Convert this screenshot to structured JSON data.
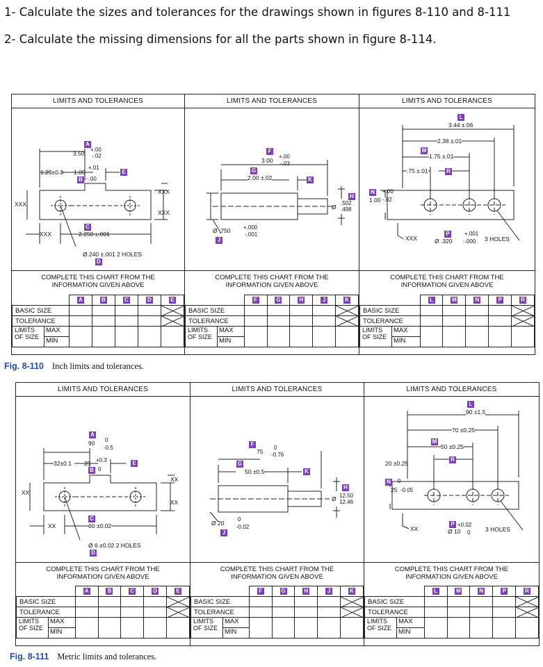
{
  "questions": [
    "1- Calculate the sizes and tolerances for the drawings shown in figures 8-110 and 8-111",
    "2- Calculate the missing dimensions for all the parts shown in figure 8-114."
  ],
  "figures": [
    {
      "caption_num": "Fig. 8-110",
      "caption_text": "Inch limits and tolerances.",
      "panels": [
        {
          "title": "LIMITS AND TOLERANCES",
          "labels": {
            "a_val": "3.50",
            "a_tol_up": "+.00",
            "a_tol_dn": "-.02",
            "left_dim": "1.25±0.3",
            "b_val": "1.00",
            "b_tol_up": "+.01",
            "b_tol_dn": "-.00",
            "xxx_r1": "XXX",
            "xxx_r2": "XXX",
            "xxx_l": "XXX",
            "xxx_b": "XXX",
            "c_val": "2.250 ±.001",
            "d_val": "Ø.240 ±.001 2 HOLES"
          },
          "tags": [
            "A",
            "B",
            "C",
            "D",
            "E"
          ],
          "chart_head": "COMPLETE THIS CHART FROM THE\nINFORMATION GIVEN ABOVE",
          "cols": [
            "A",
            "B",
            "C",
            "D",
            "E"
          ],
          "rows": [
            "BASIC SIZE",
            "TOLERANCE",
            "MAX",
            "MIN"
          ],
          "limits_label": "LIMITS\nOF SIZE"
        },
        {
          "title": "LIMITS AND TOLERANCES",
          "labels": {
            "f_val": "3.00",
            "f_tol_up": "+.00",
            "f_tol_dn": "-.03",
            "g_val": "2.00 ±.02",
            "h_up": ".502",
            "h_dn": ".498",
            "j_val": "Ø .750",
            "j_tol_up": "+.000",
            "j_tol_dn": "-.001"
          },
          "tags": [
            "F",
            "G",
            "H",
            "J",
            "K"
          ],
          "chart_head": "COMPLETE THIS CHART FROM THE\nINFORMATION GIVEN ABOVE",
          "cols": [
            "F",
            "G",
            "H",
            "J",
            "K"
          ],
          "rows": [
            "BASIC SIZE",
            "TOLERANCE",
            "MAX",
            "MIN"
          ],
          "limits_label": "LIMITS\nOF SIZE"
        },
        {
          "title": "LIMITS AND TOLERANCES",
          "labels": {
            "l_val": "3.44 ±.06",
            "d2": "2.38 ±.01",
            "m_val": "1.75 ±.01",
            "d4": ".75 ±.01",
            "n_up": "+.00",
            "n_val": "1.00",
            "n_dn": "-.02",
            "xxx": "XXX",
            "p_val": "Ø .320",
            "p_tol_up": "+.001",
            "p_tol_dn": "-.000",
            "holes": "3 HOLES"
          },
          "tags": [
            "L",
            "M",
            "N",
            "P",
            "R"
          ],
          "chart_head": "COMPLETE THIS CHART FROM THE\nINFORMATION GIVEN ABOVE",
          "cols": [
            "L",
            "M",
            "N",
            "P",
            "R"
          ],
          "rows": [
            "BASIC SIZE",
            "TOLERANCE",
            "MAX",
            "MIN"
          ],
          "limits_label": "LIMITS\nOF SIZE"
        }
      ]
    },
    {
      "caption_num": "Fig. 8-111",
      "caption_text": "Metric limits and tolerances.",
      "panels": [
        {
          "title": "LIMITS AND TOLERANCES",
          "labels": {
            "a_val": "90",
            "a_tol_up": "0",
            "a_tol_dn": "-0.5",
            "left_dim": "32±0.1",
            "b_val": "25",
            "b_tol_up": "+0.3",
            "b_tol_dn": "0",
            "xxx_r1": "XX",
            "xxx_r2": "XX",
            "xxx_l": "XX",
            "xxx_b": "XX",
            "c_val": "60 ±0.02",
            "d_val": "Ø 6 ±0.02 2 HOLES"
          },
          "tags": [
            "A",
            "B",
            "C",
            "D",
            "E"
          ],
          "chart_head": "COMPLETE THIS CHART FROM THE\nINFORMATION GIVEN ABOVE",
          "cols": [
            "A",
            "B",
            "C",
            "D",
            "E"
          ],
          "rows": [
            "BASIC SIZE",
            "TOLERANCE",
            "MAX",
            "MIN"
          ],
          "limits_label": "LIMITS\nOF SIZE"
        },
        {
          "title": "LIMITS AND TOLERANCES",
          "labels": {
            "f_val": "75",
            "f_tol_up": "0",
            "f_tol_dn": "-0.76",
            "g_val": "50 ±0.5",
            "h_up": "12.50",
            "h_dn": "12.46",
            "j_val": "Ø 20",
            "j_tol_up": "0",
            "j_tol_dn": "-0.02"
          },
          "tags": [
            "F",
            "G",
            "H",
            "J",
            "K"
          ],
          "chart_head": "COMPLETE THIS CHART FROM THE\nINFORMATION GIVEN ABOVE",
          "cols": [
            "F",
            "G",
            "H",
            "J",
            "K"
          ],
          "rows": [
            "BASIC SIZE",
            "TOLERANCE",
            "MAX",
            "MIN"
          ],
          "limits_label": "LIMITS\nOF SIZE"
        },
        {
          "title": "LIMITS AND TOLERANCES",
          "labels": {
            "l_val": "90 ±1.5",
            "d2": "70 ±0.25",
            "m_val": "50 ±0.25",
            "d4": "20 ±0.25",
            "n_up": "0",
            "n_val": "25",
            "n_dn": "-0.05",
            "xxx": "XX",
            "p_val": "Ø 10",
            "p_tol_up": "+0.02",
            "p_tol_dn": "0",
            "holes": "3 HOLES"
          },
          "tags": [
            "L",
            "M",
            "N",
            "P",
            "R"
          ],
          "chart_head": "COMPLETE THIS CHART FROM THE\nINFORMATION GIVEN ABOVE",
          "cols": [
            "L",
            "M",
            "N",
            "P",
            "R"
          ],
          "rows": [
            "BASIC SIZE",
            "TOLERANCE",
            "MAX",
            "MIN"
          ],
          "limits_label": "LIMITS\nOF SIZE"
        }
      ]
    }
  ],
  "colors": {
    "tag": "#7a3fb9",
    "caption": "#1f4fa8",
    "line": "#222222"
  }
}
